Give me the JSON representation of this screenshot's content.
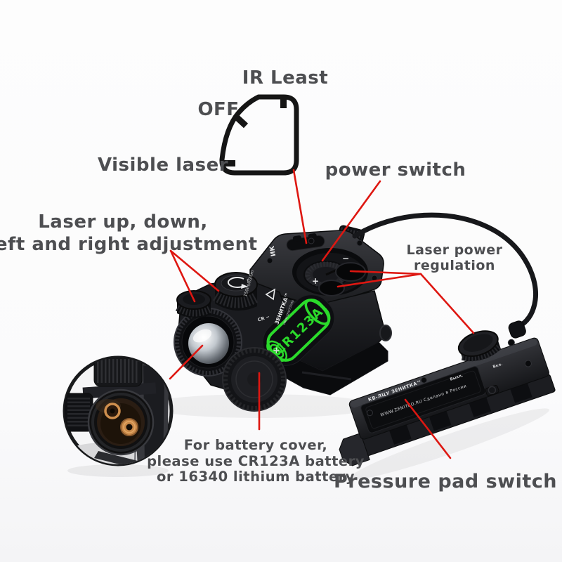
{
  "annotations": {
    "mode_dial": {
      "ir_least": "IR Least",
      "off": "OFF",
      "visible_laser": "Visible laser"
    },
    "power_switch": "power switch",
    "adjustment": {
      "line1": "Laser up, down,",
      "line2": "left and right adjustment"
    },
    "laser_power": {
      "line1": "Laser power",
      "line2": "regulation"
    },
    "battery_note": {
      "line1": "For battery cover,",
      "line2": "please use CR123A battery",
      "line3": "or 16340 lithium battery"
    },
    "pressure_pad": "Pressure pad switch"
  },
  "device": {
    "battery_label": "CR123A",
    "battery_minus": "−",
    "brand": "ЗЕНИТКА™",
    "website": "WWW.ZENITCO.RU",
    "ir_mark": "ИК",
    "plus_mark": "+",
    "minus_mark": "−",
    "front_plus_mark": "+",
    "spec_mark": "150mW/25m",
    "cr_mark": "CR −"
  },
  "pressure_pad_unit": {
    "brand": "КВ-ЛЦУ ЗЕНИТКА™",
    "made_in": "WWW.ZENITCO.RU Сделано в России",
    "off_mark": "Выкл.",
    "on_mark": "Вкл."
  },
  "colors": {
    "annotation_text": "#4d4e51",
    "callout_line": "#de1711",
    "dial_outline": "#151515",
    "battery_highlight": "#2bdb2b",
    "background": "#fcfcfc"
  }
}
